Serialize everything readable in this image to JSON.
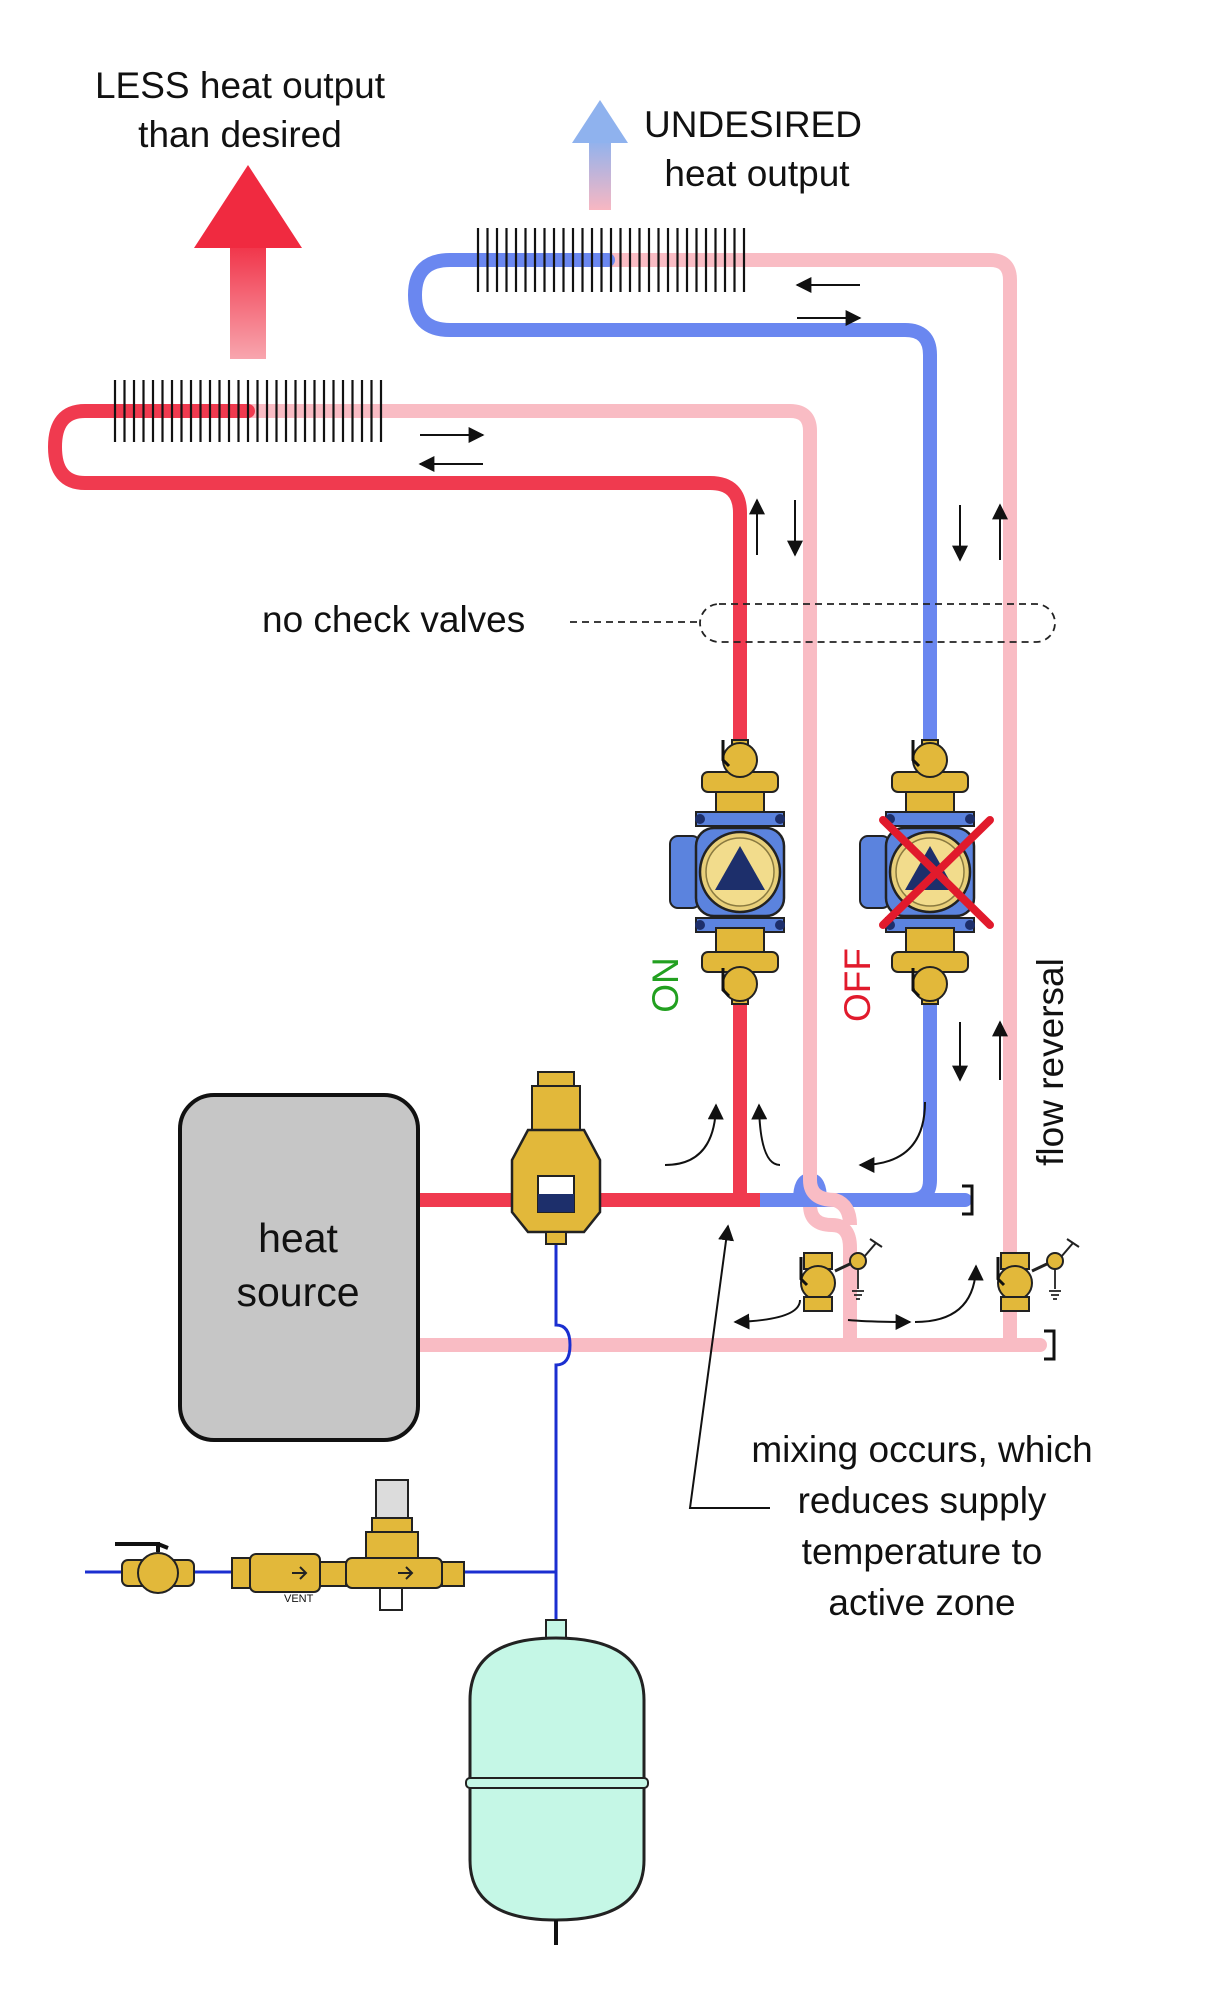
{
  "labels": {
    "less_heat": [
      "LESS heat output",
      "than desired"
    ],
    "undesired": [
      "UNDESIRED",
      "heat output"
    ],
    "no_check_valves": "no check valves",
    "on": "ON",
    "off": "OFF",
    "flow_reversal": "flow reversal",
    "heat_source": [
      "heat",
      "source"
    ],
    "mixing": [
      "mixing occurs, which",
      "reduces supply",
      "temperature to",
      "active zone"
    ]
  },
  "colors": {
    "hot": "#f03a4f",
    "cool": "#6a87f0",
    "return": "#f9bcc4",
    "pump_body": "#5b83de",
    "pump_dark": "#1d2f6b",
    "brass": "#e2b83a",
    "on_text": "#22a020",
    "off_text": "#e11a2c",
    "tank": "#c5f7e6",
    "heat_source_fill": "#c6c6c6"
  },
  "icons": [
    "pump-on-icon",
    "pump-off-icon",
    "air-separator-icon",
    "expansion-tank-icon",
    "pressure-reducing-valve-icon",
    "ball-valve-icon",
    "purge-valve-icon",
    "baseboard-fins-icon",
    "heat-up-arrow-icon"
  ]
}
